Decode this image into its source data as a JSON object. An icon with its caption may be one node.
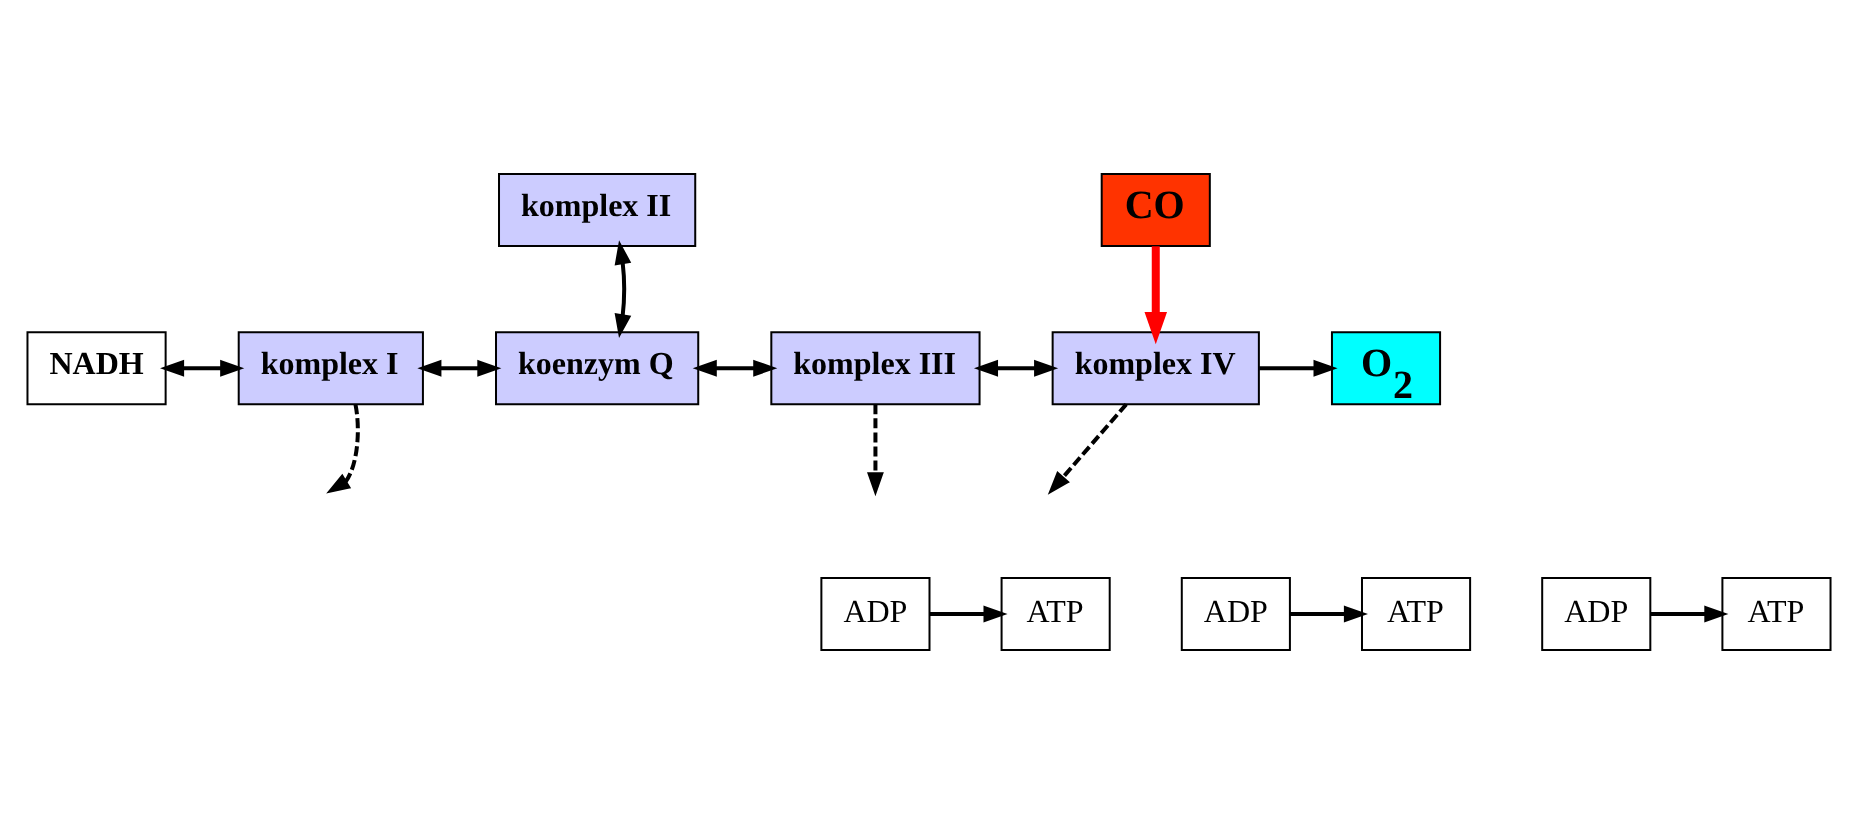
{
  "diagram": {
    "nodes": [
      {
        "text": [
          "NADH"
        ]
      },
      {
        "text": [
          "komplex I"
        ]
      },
      {
        "text": [
          "koenzym Q"
        ]
      },
      {
        "text": [
          "komplex II"
        ]
      },
      {
        "text": [
          "komplex III"
        ]
      },
      {
        "text": [
          "komplex IV"
        ]
      },
      {
        "text": [
          "O$_{2}$"
        ]
      },
      {
        "text": [
          "CO"
        ]
      },
      {
        "text": [
          "ADP"
        ]
      },
      {
        "text": [
          "ATP"
        ]
      },
      {
        "text": [
          "ADP"
        ]
      },
      {
        "text": [
          "ATP"
        ]
      },
      {
        "text": [
          "ADP"
        ]
      },
      {
        "text": [
          "ATP"
        ]
      }
    ],
    "edges": [
      {
        "from": 0,
        "to": 1,
        "arrow": "both"
      },
      {
        "from": 1,
        "to": 2,
        "arrow": "both"
      },
      {
        "from": 2,
        "to": 3,
        "arrow": "both"
      },
      {
        "from": 2,
        "to": 4,
        "arrow": "both"
      },
      {
        "from": 4,
        "to": 5,
        "arrow": "both"
      },
      {
        "from": 5,
        "to": 6,
        "arrow": "to"
      },
      {
        "from": 7,
        "to": 5,
        "arrow": "to",
        "style": "thick",
        "color": "#ff0000"
      },
      {
        "from": 1,
        "to": null,
        "arrow": "to",
        "style": "dashed"
      },
      {
        "from": 4,
        "to": null,
        "arrow": "to",
        "style": "dashed"
      },
      {
        "from": 5,
        "to": null,
        "arrow": "to",
        "style": "dashed"
      },
      {
        "from": 8,
        "to": 9,
        "arrow": "to"
      },
      {
        "from": 10,
        "to": 11,
        "arrow": "to"
      },
      {
        "from": 12,
        "to": 13,
        "arrow": "to"
      }
    ]
  }
}
